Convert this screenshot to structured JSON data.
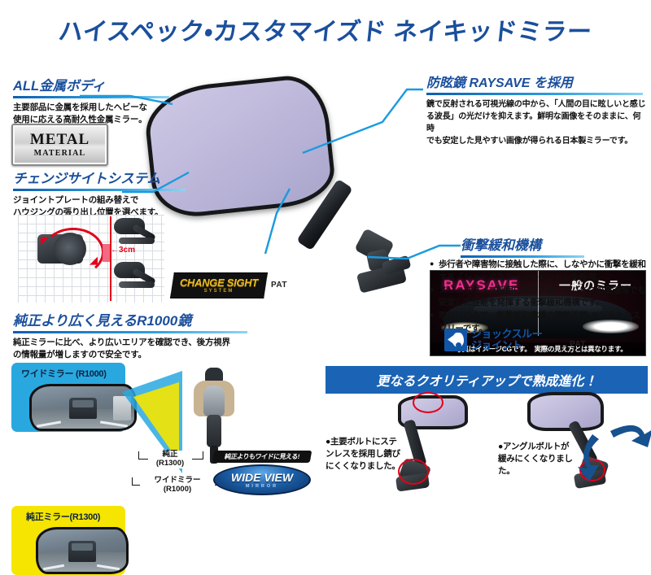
{
  "page": {
    "main_title": "ハイスペック・カスタマイズド ネイキッドミラー",
    "title_color": "#1a4f9c"
  },
  "sections": {
    "metal_body": {
      "heading": "ALL金属ボディ",
      "body_lines": [
        "主要部品に金属を採用したヘビーな",
        "使用に応える高耐久性金属ミラー。"
      ],
      "badge": {
        "line1": "METAL",
        "line2": "MATERIAL"
      }
    },
    "change_sight": {
      "heading": "チェンジサイトシステム",
      "body_lines": [
        "ジョイントプレートの組み替えで",
        "ハウジングの張り出し位置を選べます。"
      ],
      "measure_label": "←3cm",
      "badge": {
        "line1": "CHANGE SIGHT",
        "line2": "SYSTEM"
      },
      "patent": "PAT"
    },
    "r1000": {
      "heading": "純正より広く見えるR1000鏡",
      "body_lines": [
        "純正ミラーに比べ、より広いエリアを確認でき、後方視界",
        "の情報量が増しますので安全です。"
      ],
      "panel_wide_label": "ワイドミラー (R1000)",
      "panel_stock_label": "純正ミラー(R1300)",
      "bracket_stock": [
        "純正",
        "(R1300)"
      ],
      "bracket_wide": [
        "ワイドミラー",
        "(R1000)"
      ],
      "badge": {
        "top": "純正よりもワイドに見える!",
        "line1": "WIDE VIEW",
        "line2": "MIRROR"
      }
    },
    "raysave": {
      "heading": "防眩鏡 RAYSAVE を採用",
      "body_lines": [
        "鏡で反射される可視光線の中から、「人間の目に眩しいと感じ",
        "る波長」の光だけを抑えます。鮮明な画像をそのままに、何時",
        "でも安定した見やすい画像が得られる日本製ミラーです。"
      ],
      "photo_left_label": "RAYSAVE",
      "photo_right_label": "一般のミラー",
      "photo_caption": "※写真はイメージCGです。　実際の見え方とは異なります。"
    },
    "shock": {
      "heading": "衝撃緩和機構",
      "bullets": [
        "歩行者や障害物に接触した際に、しなやかに衝撃を緩和する「ショックスルージョイント」を採用。",
        "スリップタイプ採用によりスポーツバイクの高速域でも安定した性能を発揮する衝撃緩和機構です。",
        "取付けのみで、衝撃緩和機構の調整不要・メンテナンスフリーです。"
      ],
      "logo": {
        "line1": "ショックスルー",
        "line2": "ジョイント"
      },
      "patent": "PAT"
    },
    "quality": {
      "banner": "更なるクオリティアップで熟成進化！",
      "note_left": "●主要ボルトにステンレスを採用し錆びにくくなりました。",
      "note_right": "●アングルボルトが緩みにくくなりました。"
    }
  },
  "colors": {
    "brand_blue": "#1a4f9c",
    "accent_cyan": "#1a9ae0",
    "panel_blue": "#29a8e0",
    "panel_yellow": "#f5e500",
    "alert_red": "#e2001a",
    "gold": "#e8b923",
    "magenta": "#ee2f8e"
  }
}
